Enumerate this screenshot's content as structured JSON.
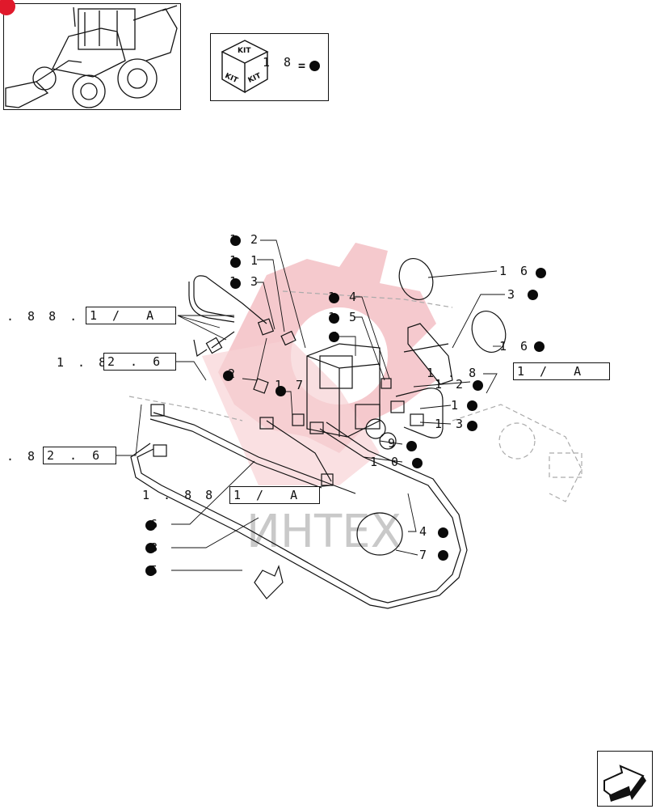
{
  "kit": {
    "box_label": "KIT",
    "qty_prefix": "1 8",
    "equals": "="
  },
  "watermark": {
    "text": "ИНТЕХ",
    "color": "#e8303f"
  },
  "callouts": [
    {
      "id": "12a",
      "text": "1 2"
    },
    {
      "id": "11",
      "text": "1 1"
    },
    {
      "id": "13a",
      "text": "1 3"
    },
    {
      "id": "14",
      "text": "1 4"
    },
    {
      "id": "15",
      "text": "1 5"
    },
    {
      "id": "1a",
      "text": "1"
    },
    {
      "id": "17",
      "text": "1 7"
    },
    {
      "id": "16a",
      "text": "1 6"
    },
    {
      "id": "3",
      "text": "3"
    },
    {
      "id": "16b",
      "text": "1 6"
    },
    {
      "id": "12b",
      "text": "1 2"
    },
    {
      "id": "1b",
      "text": "1"
    },
    {
      "id": "13b",
      "text": "1 3"
    },
    {
      "id": "10",
      "text": "1 0"
    },
    {
      "id": "4",
      "text": "4"
    },
    {
      "id": "7",
      "text": "7"
    },
    {
      "id": "8",
      "text": "8"
    },
    {
      "id": "6",
      "text": "6"
    },
    {
      "id": "5",
      "text": "5"
    },
    {
      "id": "9",
      "text": "9"
    },
    {
      "id": "2",
      "text": "2"
    }
  ],
  "refs": [
    {
      "id": "r1",
      "prefix": ". 8 8 . 1",
      "box": "1 /  A"
    },
    {
      "id": "r2",
      "prefix": "1 . 8",
      "box": "2 . 6"
    },
    {
      "id": "r3",
      "prefix": ". 8",
      "box": "2 . 6"
    },
    {
      "id": "r4",
      "prefix": "1 . 8 8",
      "box": "1 /  A"
    },
    {
      "id": "r5",
      "prefix": "1 . 8",
      "box": "1 /  A"
    }
  ],
  "colors": {
    "line": "#111111",
    "dot": "#0a0a0a",
    "badge": "#e0192b"
  }
}
